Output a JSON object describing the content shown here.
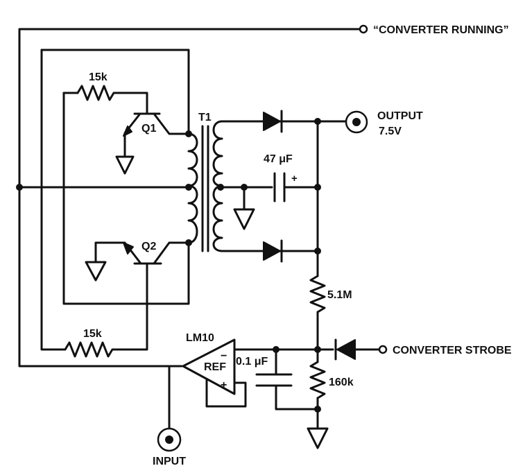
{
  "labels": {
    "converter_running": "“CONVERTER RUNNING”",
    "output": "OUTPUT",
    "output_voltage": "7.5V",
    "converter_strobe": "CONVERTER STROBE",
    "input": "INPUT",
    "transformer": "T1",
    "transistor_q1": "Q1",
    "transistor_q2": "Q2",
    "resistor_top": "15k",
    "resistor_bottom": "15k",
    "capacitor_output": "47 μF",
    "capacitor_plus": "+",
    "resistor_divider_top": "5.1M",
    "resistor_divider_bottom": "160k",
    "capacitor_ref": "0.1 μF",
    "opamp": "LM10",
    "ref": "REF",
    "opamp_minus": "−",
    "opamp_plus": "+"
  }
}
